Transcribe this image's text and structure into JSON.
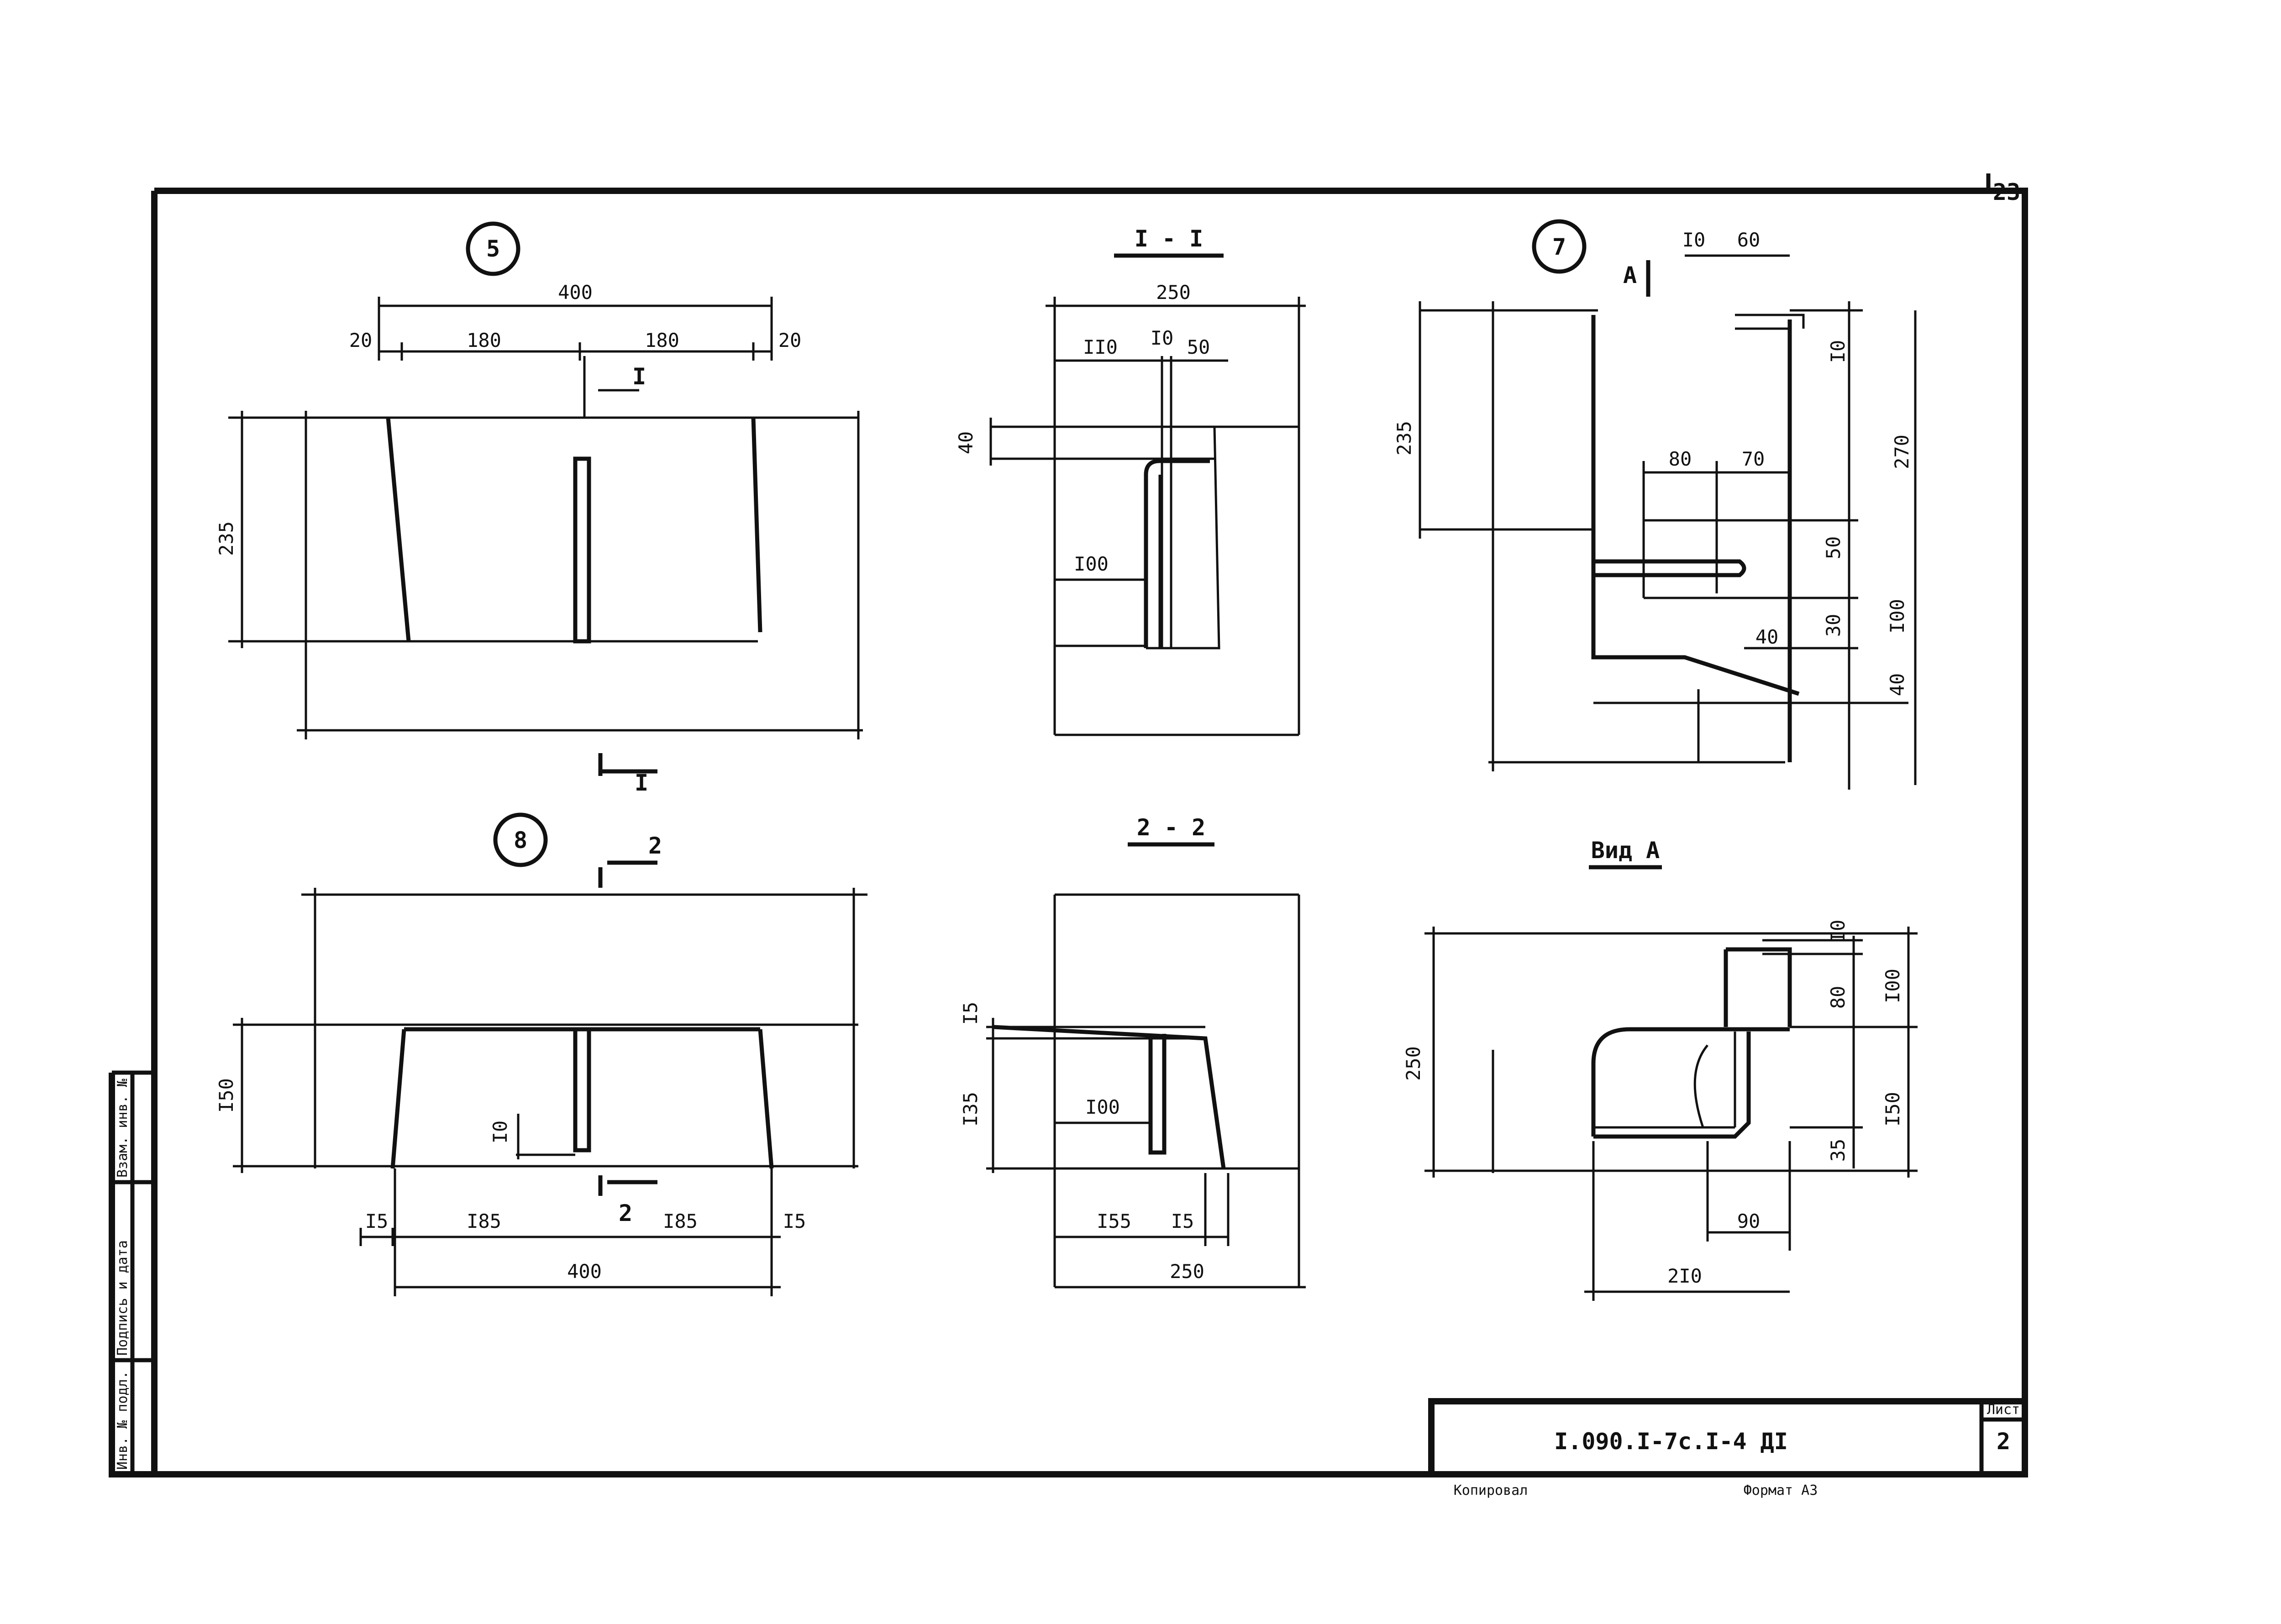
{
  "sheet": {
    "page_number": "23",
    "drawing_code": "I.090.I-7c.I-4 ДI",
    "sheet_label": "Лист",
    "sheet_number": "2",
    "footer_left": "Копировал",
    "footer_right": "Формат А3",
    "stamp": [
      "Инв. № подл.",
      "Подпись и дата",
      "Взам. инв. №"
    ]
  },
  "detail5": {
    "marker": "5",
    "section_mark": "I",
    "dims": {
      "overall": "400",
      "edge_left": "20",
      "left": "180",
      "right": "180",
      "edge_right": "20",
      "height": "235"
    }
  },
  "section11": {
    "title": "I - I",
    "dims": {
      "width": "250",
      "a": "II0",
      "b": "I0",
      "c": "50",
      "top": "40",
      "depth": "I00"
    }
  },
  "detail7": {
    "marker": "7",
    "view_mark": "А",
    "dims": {
      "top_a": "I0",
      "top_b": "60",
      "height_left": "235",
      "right_top": "I0",
      "right_total": "270",
      "mid_a": "80",
      "mid_b": "70",
      "r1": "50",
      "r2": "30",
      "r3": "I00",
      "r4": "40",
      "bottom": "40"
    }
  },
  "detail8": {
    "marker": "8",
    "section_mark": "2",
    "dims": {
      "height": "I50",
      "inner": "I0",
      "edge_left": "I5",
      "left": "I85",
      "right": "I85",
      "edge_right": "I5",
      "overall": "400"
    }
  },
  "section22": {
    "title": "2 - 2",
    "dims": {
      "top": "I5",
      "height": "I35",
      "depth": "I00",
      "base": "I55",
      "edge": "I5",
      "width": "250"
    }
  },
  "viewA": {
    "title": "Вид А",
    "dims": {
      "height": "250",
      "t1": "I0",
      "t2": "80",
      "t3": "I00",
      "b1": "35",
      "b2": "I50",
      "w1": "90",
      "w2": "2I0"
    }
  }
}
